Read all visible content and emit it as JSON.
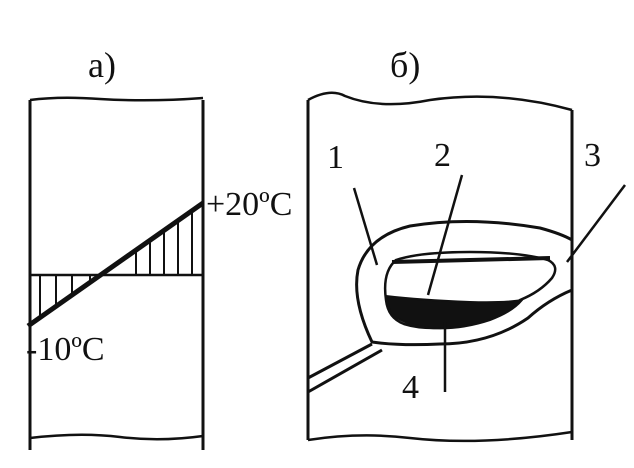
{
  "panel_a": {
    "label": "а)",
    "temp_top": "+20ºC",
    "temp_bottom": "-10ºC"
  },
  "panel_b": {
    "label": "б)",
    "callouts": [
      "1",
      "2",
      "3",
      "4"
    ]
  },
  "colors": {
    "ink": "#111111",
    "background": "#ffffff"
  }
}
